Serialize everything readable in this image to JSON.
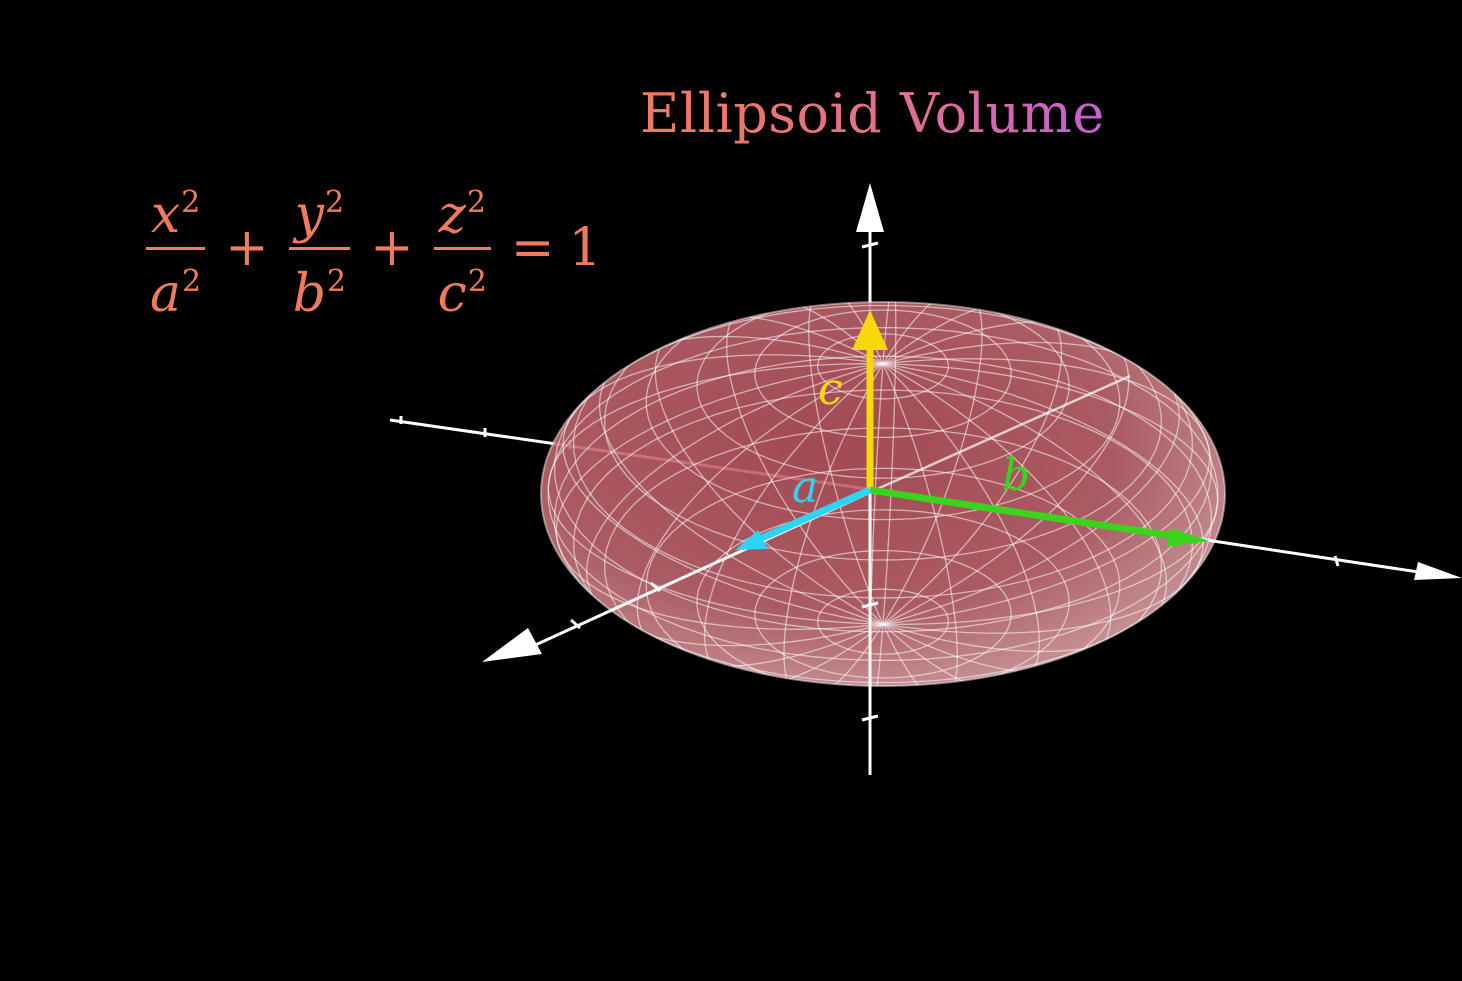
{
  "title": {
    "text": "Ellipsoid Volume"
  },
  "equation": {
    "terms": [
      {
        "numerator": "x",
        "denominator": "a",
        "power": "2"
      },
      {
        "numerator": "y",
        "denominator": "b",
        "power": "2"
      },
      {
        "numerator": "z",
        "denominator": "c",
        "power": "2"
      }
    ],
    "plus": "+",
    "equals": "=",
    "rhs": "1"
  },
  "semi_axes": {
    "a": {
      "label": "a",
      "color": "#2fd3f5"
    },
    "b": {
      "label": "b",
      "color": "#3ad41c"
    },
    "c": {
      "label": "c",
      "color": "#f7d80a"
    }
  },
  "colors": {
    "background": "#000000",
    "ellipsoid_fill": "#c9616a",
    "mesh": "#ffffff",
    "axes": "#ffffff",
    "equation": "#f07a5a"
  }
}
